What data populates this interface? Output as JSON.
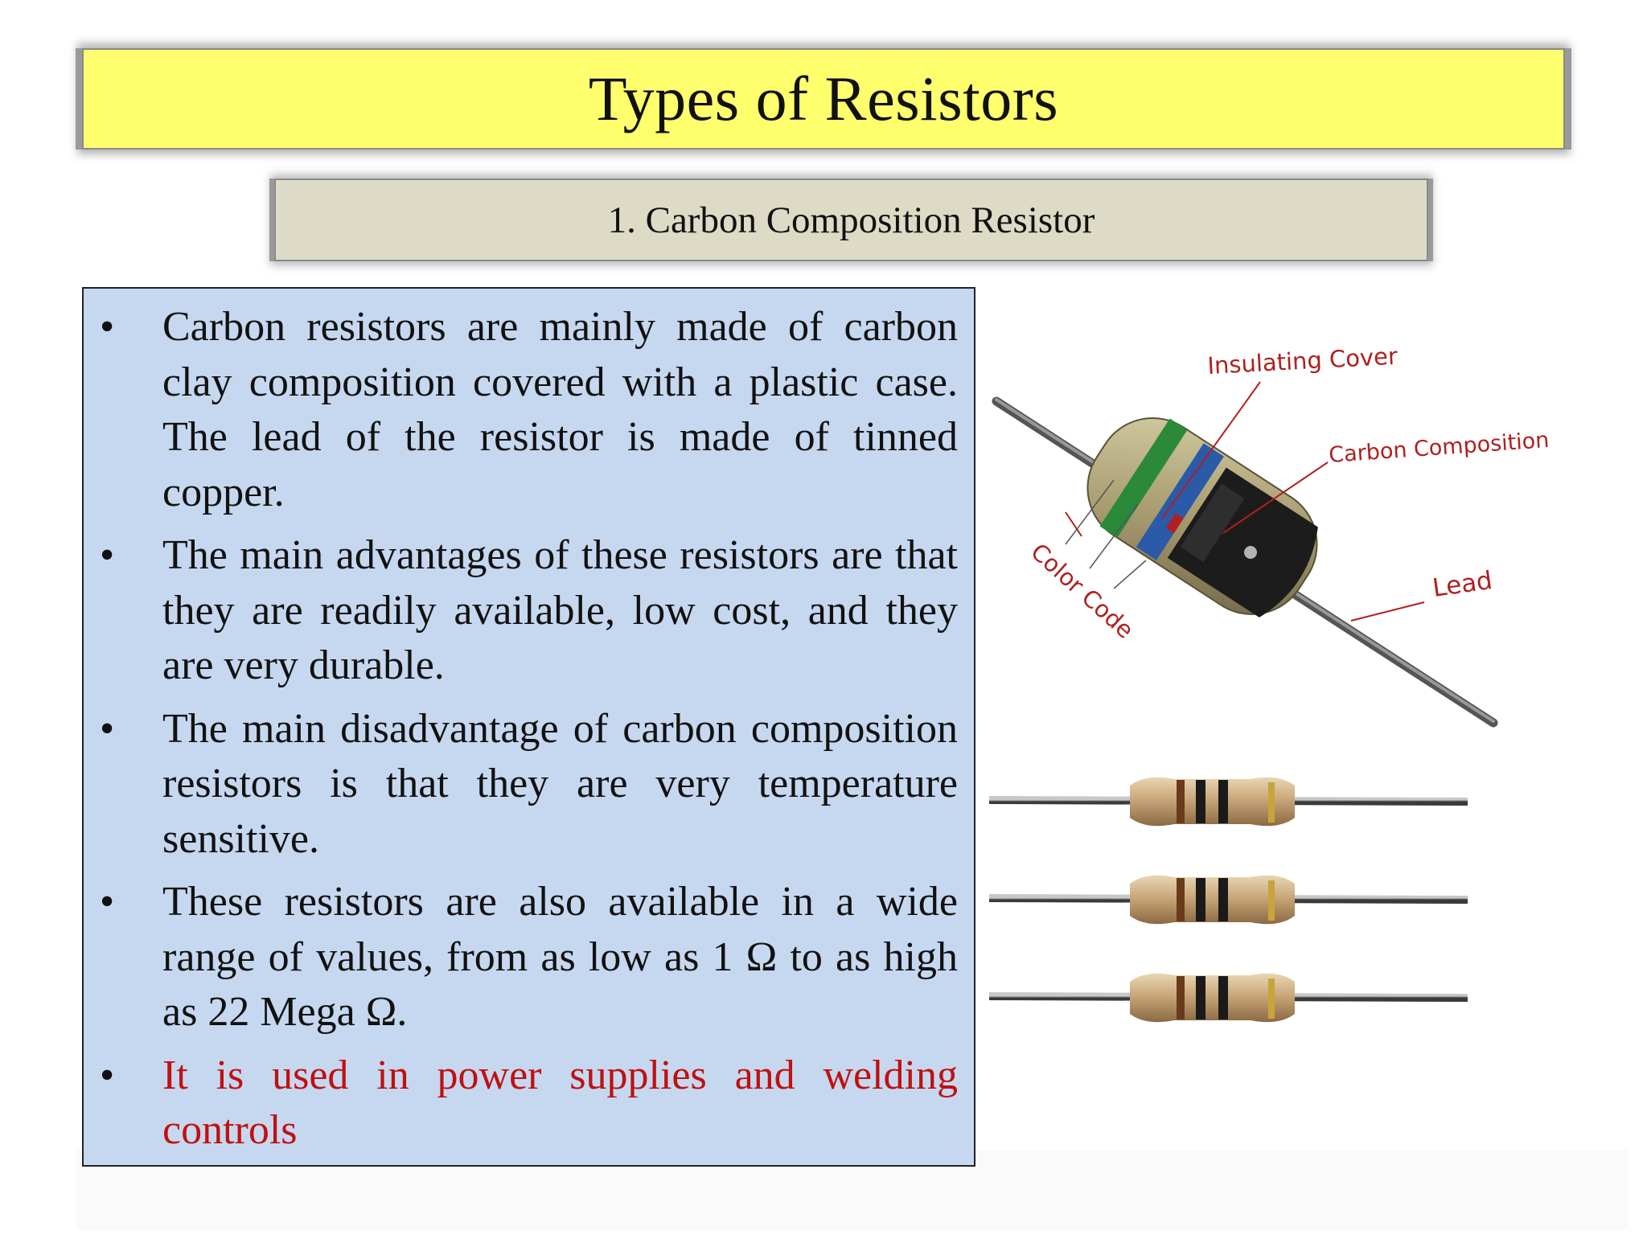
{
  "slide": {
    "title": "Types of Resistors",
    "subtitle": "1. Carbon Composition Resistor",
    "bullet_marker": "•",
    "bullets": [
      {
        "text": "Carbon resistors are mainly made of carbon clay composition covered with a plastic case. The lead of the resistor is made of tinned copper."
      },
      {
        "text": "The main advantages of these resistors are that they are readily available, low cost, and they are very durable."
      },
      {
        "text": "The main disadvantage of carbon composition resistors is that they are very temperature sensitive."
      },
      {
        "text": "These resistors are also available in a wide range of values, from as low as 1 Ω to as high as 22 Mega Ω."
      },
      {
        "text": " It is used in power supplies and welding controls"
      }
    ],
    "highlight_color": "#c01010"
  },
  "diagram": {
    "labels": {
      "insulating_cover": "Insulating Cover",
      "carbon_composition": "Carbon Composition",
      "color_code": "Color Code",
      "lead": "Lead"
    },
    "label_color": "#b02020",
    "band_colors": [
      "#2a8a3a",
      "#2a5aa8"
    ]
  }
}
